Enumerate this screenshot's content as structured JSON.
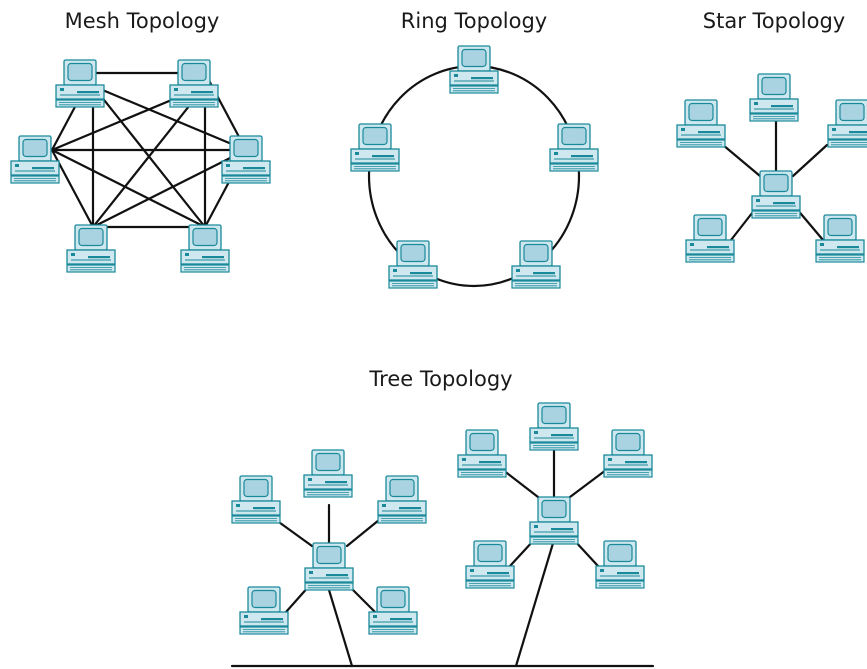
{
  "titles": {
    "mesh": "Mesh Topology",
    "ring": "Ring Topology",
    "star": "Star Topology",
    "tree": "Tree Topology"
  },
  "colors": {
    "computer_fill": "#cfe7ef",
    "computer_stroke": "#1a8a9a",
    "screen_fill": "#a9d3e0",
    "detail": "#1a8a9a",
    "line": "#111111"
  },
  "icons": {
    "computer": "desktop-computer-icon"
  }
}
